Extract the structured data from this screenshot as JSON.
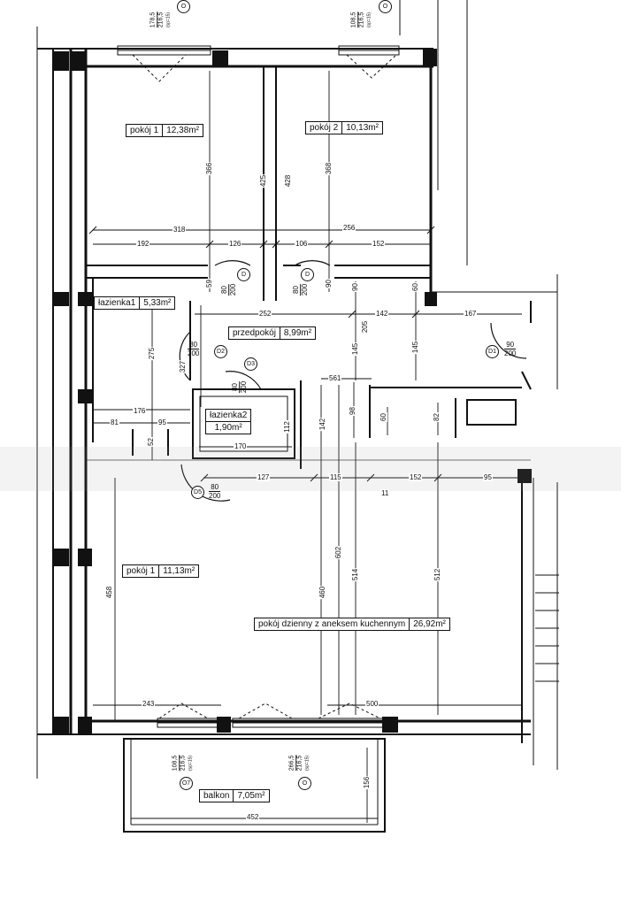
{
  "rooms": {
    "pokoj1_top": {
      "name": "pokój 1",
      "area": "12,38m²"
    },
    "pokoj2": {
      "name": "pokój 2",
      "area": "10,13m²"
    },
    "lazienka1": {
      "name": "łazienka1",
      "area": "5,33m²"
    },
    "przedpokoj": {
      "name": "przedpokój",
      "area": "8,99m²"
    },
    "lazienka2": {
      "name": "łazienka2",
      "area": "1,90m²"
    },
    "pokoj1_bottom": {
      "name": "pokój 1",
      "area": "11,13m²"
    },
    "dzienny": {
      "name": "pokój dzienny z aneksem kuchennym",
      "area": "26,92m²"
    },
    "balkon": {
      "name": "balkon",
      "area": "7,05m²"
    }
  },
  "dimensions": {
    "d318": "318",
    "d256": "256",
    "d192": "192",
    "d126_a": "126",
    "d106": "106",
    "d152_a": "152",
    "d366": "366",
    "d425": "425",
    "d428": "428",
    "d368": "368",
    "d59": "59",
    "d90_a": "90",
    "d90_b": "90",
    "d60": "60",
    "d252": "252",
    "d142_a": "142",
    "d167": "167",
    "d275": "275",
    "d327": "327",
    "d145_a": "145",
    "d205": "205",
    "d145_b": "145",
    "d561": "561",
    "d142_b": "142",
    "d98": "98",
    "d60_b": "60",
    "d82": "82",
    "d176": "176",
    "d81": "81",
    "d95_a": "95",
    "d52": "52",
    "d112": "112",
    "d170": "170",
    "d127": "127",
    "d115": "115",
    "d152_b": "152",
    "d95_b": "95",
    "d11": "11",
    "d458": "458",
    "d460": "460",
    "d602": "602",
    "d514": "514",
    "d512": "512",
    "d243": "243",
    "d500": "500",
    "d156": "156",
    "d452": "452"
  },
  "doors": {
    "door_a": {
      "w": "80",
      "h": "200",
      "tag": "D"
    },
    "door_b": {
      "w": "80",
      "h": "200",
      "tag": "D"
    },
    "door_c": {
      "w": "80",
      "h": "200",
      "tag": "D2"
    },
    "door_d": {
      "w": "80",
      "h": "200",
      "tag": "D3"
    },
    "door_e": {
      "w": "90",
      "h": "200",
      "tag": "D1"
    },
    "door_f": {
      "w": "80",
      "h": "200",
      "tag": "D5"
    }
  },
  "windows": {
    "w_top_left": {
      "a": "178,5",
      "b": "216,5",
      "c": "(sp=15)",
      "tag": "O"
    },
    "w_top_right": {
      "a": "108,5",
      "b": "216,5",
      "c": "(sp=15)",
      "tag": "O"
    },
    "w_bottom_left": {
      "a": "108,5",
      "b": "216,5",
      "c": "(sp=15)",
      "tag": "O7"
    },
    "w_bottom_right": {
      "a": "266,5",
      "b": "216,5",
      "c": "(sp=15)",
      "tag": "O"
    }
  }
}
